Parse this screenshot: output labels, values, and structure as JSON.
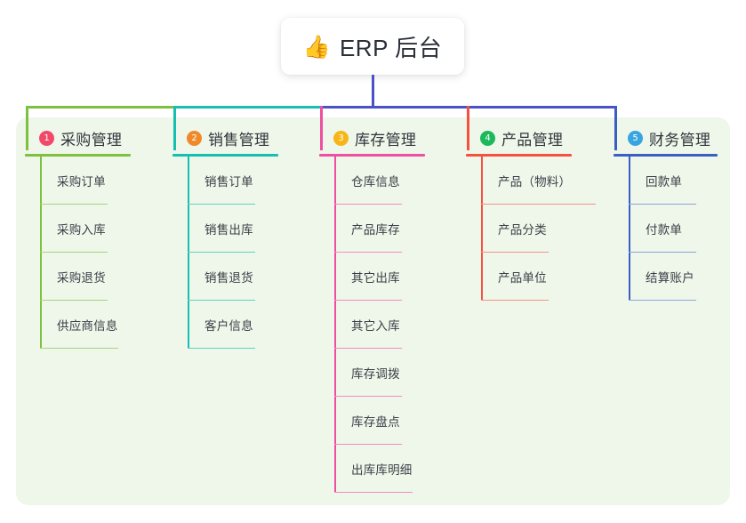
{
  "root": {
    "emoji": "👍",
    "emoji_name": "thumbs-up-icon",
    "title": "ERP 后台"
  },
  "theme": {
    "canvas_bg": "#eef7e9",
    "card_bg": "#ffffff",
    "title_color": "#2b2f38",
    "trunk_color": "#4a52c8"
  },
  "columns": [
    {
      "index": "1",
      "title": "采购管理",
      "badge_color": "#f2496b",
      "line_color": "#7ec141",
      "rule_color": "#a9d37f",
      "items": [
        "采购订单",
        "采购入库",
        "采购退货",
        "供应商信息"
      ]
    },
    {
      "index": "2",
      "title": "销售管理",
      "badge_color": "#f0892a",
      "line_color": "#16c0b0",
      "rule_color": "#63cfc6",
      "items": [
        "销售订单",
        "销售出库",
        "销售退货",
        "客户信息"
      ]
    },
    {
      "index": "3",
      "title": "库存管理",
      "badge_color": "#f7b617",
      "line_color": "#ef4fa0",
      "rule_color": "#f08fc0",
      "items": [
        "仓库信息",
        "产品库存",
        "其它出库",
        "其它入库",
        "库存调拨",
        "库存盘点",
        "出库库明细"
      ]
    },
    {
      "index": "4",
      "title": "产品管理",
      "badge_color": "#1cb85c",
      "line_color": "#f4523f",
      "rule_color": "#f59286",
      "items": [
        "产品（物料）",
        "产品分类",
        "产品单位"
      ]
    },
    {
      "index": "5",
      "title": "财务管理",
      "badge_color": "#37a5e0",
      "line_color": "#3b5ec4",
      "rule_color": "#8fa5de",
      "items": [
        "回款单",
        "付款单",
        "结算账户"
      ]
    }
  ]
}
